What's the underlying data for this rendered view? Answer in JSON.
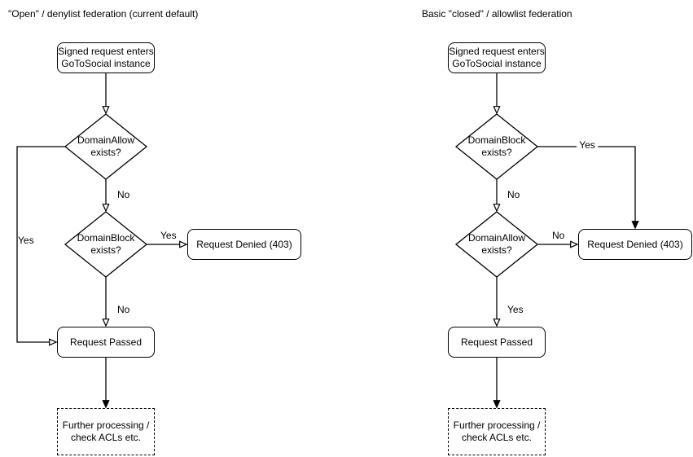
{
  "colors": {
    "line": "#000000",
    "text": "#000000",
    "background": "#ffffff",
    "node_fill": "#ffffff"
  },
  "charts": {
    "open": {
      "title": "\"Open\" / denylist federation (current default)",
      "nodes": {
        "start": "Signed request enters\nGoToSocial instance",
        "decision1": "DomainAllow\nexists?",
        "decision2": "DomainBlock\nexists?",
        "denied": "Request Denied (403)",
        "passed": "Request Passed",
        "further": "Further processing /\ncheck ACLs etc."
      },
      "edge_labels": {
        "decision1_no": "No",
        "decision1_yes": "Yes",
        "decision2_yes": "Yes",
        "decision2_no": "No"
      }
    },
    "closed": {
      "title": "Basic \"closed\" / allowlist federation",
      "nodes": {
        "start": "Signed request enters\nGoToSocial instance",
        "decision1": "DomainBlock\nexists?",
        "decision2": "DomainAllow\nexists?",
        "denied": "Request Denied (403)",
        "passed": "Request Passed",
        "further": "Further processing /\ncheck ACLs etc."
      },
      "edge_labels": {
        "decision1_yes": "Yes",
        "decision1_no": "No",
        "decision2_no": "No",
        "decision2_yes": "Yes"
      }
    }
  }
}
